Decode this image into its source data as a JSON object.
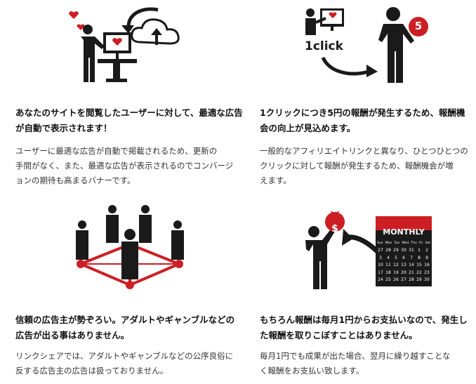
{
  "features": [
    {
      "title_line1": "あなたのサイトを閲覧したユーザーに対して、最適な広告",
      "title_line2": "が自動で表示されます！",
      "desc_line1": "ユーザーに最適な広告が自動で掲載されるため、更新の",
      "desc_line2": "手間がなく、また、最適な広告が表示されるのでコンバージ",
      "desc_line3": "ョンの期待も高まるバナーです。"
    },
    {
      "title_line1": "1クリックにつき5円の報酬が発生するため、報酬機",
      "title_line2": "会の向上が見込めます。",
      "desc_line1": "一般的なアフィリエイトリンクと異なり、ひとつひとつの",
      "desc_line2": "クリックに対して報酬が発生するため、報酬機会が増",
      "desc_line3": "えます。",
      "click_label": "1click",
      "badge_value": "5"
    },
    {
      "title_line1": "信頼の広告主が勢ぞろい。アダルトやギャンブルなどの",
      "title_line2": "広告が出る事はありません。",
      "desc_line1": "リンクシェアでは、アダルトやギャンブルなどの公序良俗に",
      "desc_line2": "反する広告主の広告は扱っておりません。"
    },
    {
      "title_line1": "もちろん報酬は毎月1円からお支払いなので、発生し",
      "title_line2": "た報酬を取りこぼすことはありません。",
      "desc_line1": "毎月1円でも成果が出た場合、翌月に繰り越すことな",
      "desc_line2": "く報酬をお支払い致します。",
      "calendar_title": "MONTHLY",
      "money_symbol": "$",
      "weekdays": [
        "Sun",
        "Mon",
        "Tue",
        "Wed",
        "Thu",
        "Fri",
        "Sat"
      ],
      "calendar_rows": [
        [
          "27",
          "28",
          "29",
          "30",
          "31",
          "1",
          "2"
        ],
        [
          "3",
          "4",
          "5",
          "6",
          "7",
          "8",
          "9"
        ],
        [
          "10",
          "11",
          "12",
          "13",
          "14",
          "15",
          "16"
        ],
        [
          "17",
          "18",
          "19",
          "20",
          "21",
          "22",
          "23"
        ],
        [
          "24",
          "25",
          "26",
          "27",
          "28",
          "29",
          "30"
        ]
      ]
    }
  ],
  "colors": {
    "red": "#cc1f24",
    "dark": "#1a1a1a",
    "grey": "#9a9a9a"
  }
}
